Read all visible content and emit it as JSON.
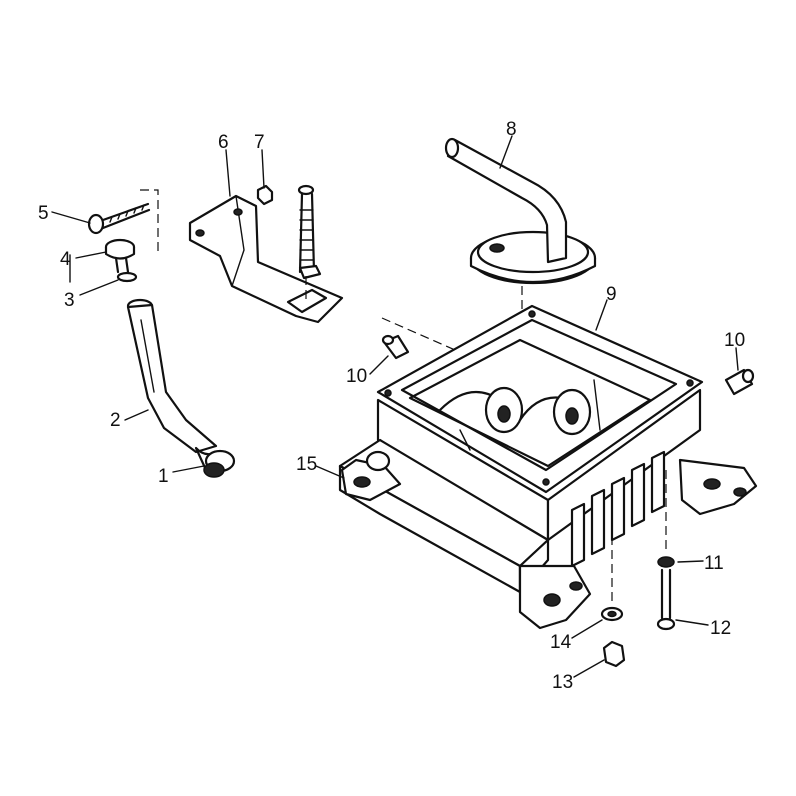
{
  "callouts": [
    {
      "id": "c1",
      "text": "1"
    },
    {
      "id": "c2",
      "text": "2"
    },
    {
      "id": "c3",
      "text": "3"
    },
    {
      "id": "c4",
      "text": "4"
    },
    {
      "id": "c5",
      "text": "5"
    },
    {
      "id": "c6",
      "text": "6"
    },
    {
      "id": "c7",
      "text": "7"
    },
    {
      "id": "c8",
      "text": "8"
    },
    {
      "id": "c9",
      "text": "9"
    },
    {
      "id": "c10a",
      "text": "10"
    },
    {
      "id": "c10b",
      "text": "10"
    },
    {
      "id": "c11",
      "text": "11"
    },
    {
      "id": "c12",
      "text": "12"
    },
    {
      "id": "c13",
      "text": "13"
    },
    {
      "id": "c14",
      "text": "14"
    },
    {
      "id": "c15",
      "text": "15"
    }
  ]
}
